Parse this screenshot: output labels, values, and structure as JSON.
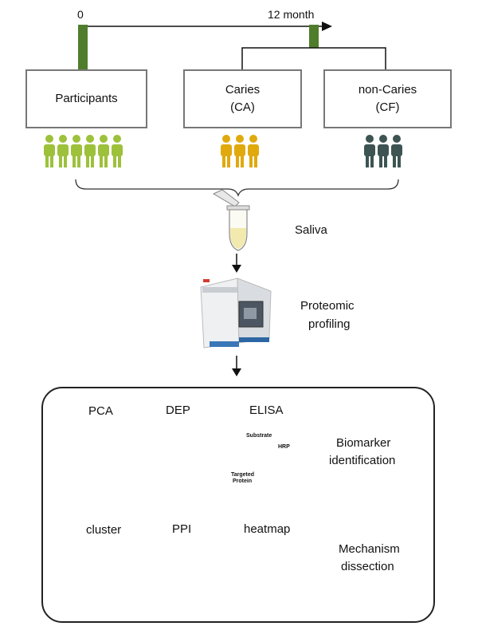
{
  "timeline": {
    "start": "0",
    "end": "12 month"
  },
  "groups": {
    "participants": {
      "label": "Participants",
      "count": 6,
      "color": "#9dc13b"
    },
    "caries": {
      "line1": "Caries",
      "line2": "(CA)",
      "count": 3,
      "color": "#e0a90e"
    },
    "noncaries": {
      "line1": "non-Caries",
      "line2": "(CF)",
      "count": 3,
      "color": "#3d5452"
    }
  },
  "steps": {
    "saliva": "Saliva",
    "profiling_line1": "Proteomic",
    "profiling_line2": "profiling"
  },
  "analysis": {
    "pca": "PCA",
    "dep": "DEP",
    "elisa": "ELISA",
    "elisa_substrate": "Substrate",
    "elisa_hrp": "HRP",
    "elisa_targeted_line1": "Targeted",
    "elisa_targeted_line2": "Protein",
    "biomarker_line1": "Biomarker",
    "biomarker_line2": "identification",
    "cluster": "cluster",
    "ppi": "PPI",
    "heatmap": "heatmap",
    "mechanism_line1": "Mechanism",
    "mechanism_line2": "dissection"
  },
  "colors": {
    "timeline_bar": "#4f7d2c",
    "heatmap_blue": "#2e5fa8",
    "heatmap_yellow": "#f4e7a6"
  }
}
